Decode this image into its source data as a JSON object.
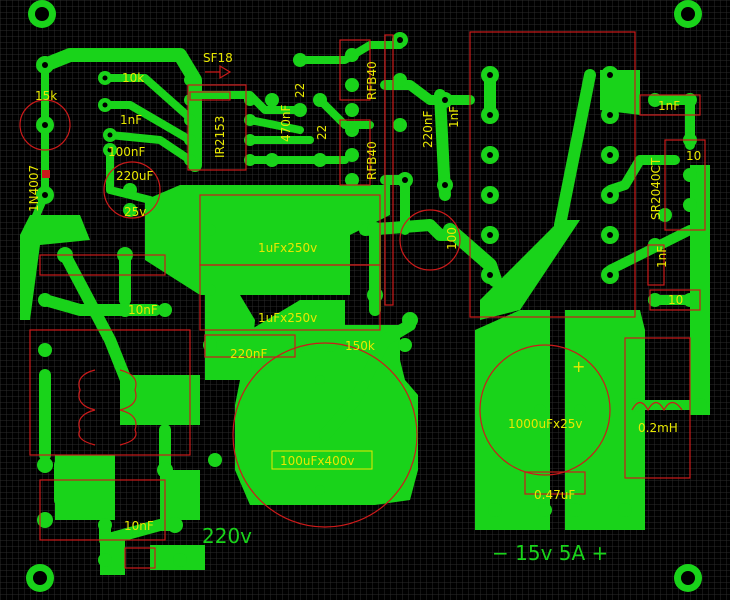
{
  "board": {
    "colors": {
      "background": "#000000",
      "grid": "#2a2a2a",
      "copper": "#19d31a",
      "silkscreen": "#e8e800",
      "outline": "#cc1a1a"
    },
    "labels": {
      "r_15k": "15k",
      "d_1n4007": "1N4007",
      "sf18": "SF18",
      "r_10k": "10k",
      "c_1nf_a": "1nF",
      "c_100nf": "100nF",
      "c_220uf": "220uF",
      "v_25v": "25v",
      "ic_ir2153": "IR2153",
      "c_470nf": "470nF",
      "r_22_a": "22",
      "r_22_b": "22",
      "q_rfb40_a": "RFB40",
      "q_rfb40_b": "RFB40",
      "c_220nf_top": "220nF",
      "c_1nf_b": "1nF",
      "r_100": "100",
      "c_1uf_a": "1uFx250v",
      "c_1uf_b": "1uFx250v",
      "c_10nf_a": "10nF",
      "c_220nf_mid": "220nF",
      "r_150k": "150k",
      "c_100uf": "100uFx400v",
      "c_10nf_b": "10nF",
      "v_220v": "220v",
      "c_1nf_c": "1nF",
      "d_sr2040": "SR2040CT",
      "r_10_a": "10",
      "c_1nf_d": "1nF",
      "r_10_b": "10",
      "c_1000uf": "1000uFx25v",
      "plus_mark": "+",
      "c_047uf": "0.47uF",
      "l_02mh": "0.2mH",
      "output": "− 15v 5A +"
    }
  }
}
